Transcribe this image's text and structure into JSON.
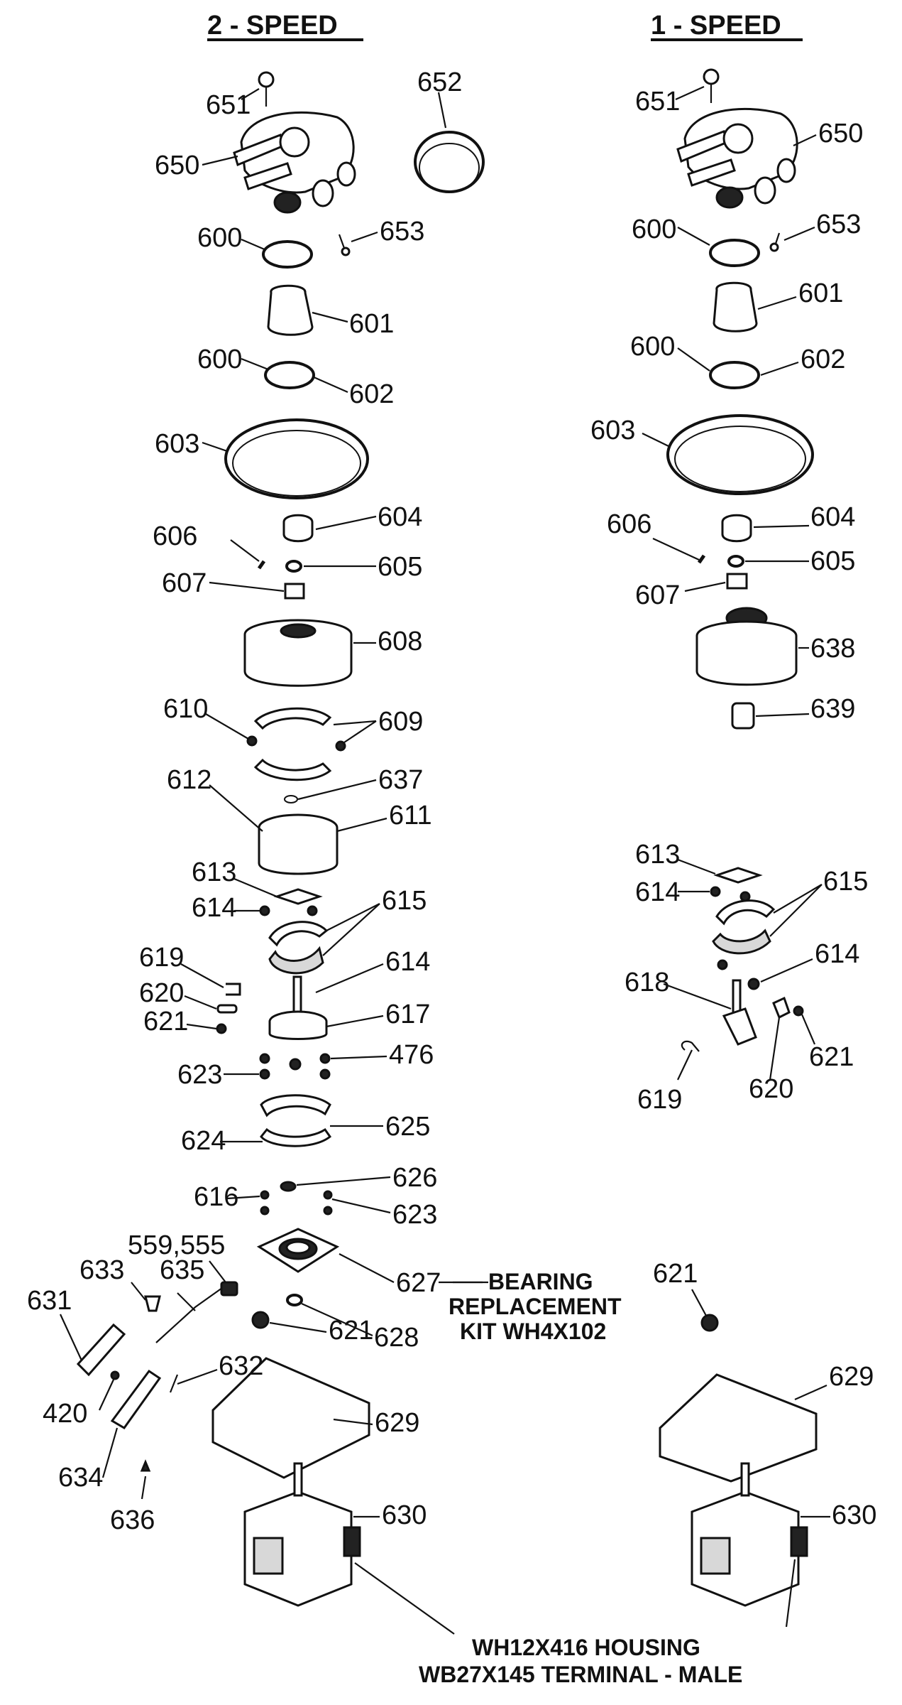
{
  "headings": {
    "left": "2 - SPEED",
    "right": "1 - SPEED"
  },
  "left": {
    "l651": "651",
    "l652": "652",
    "l650": "650",
    "l653": "653",
    "l600a": "600",
    "l601": "601",
    "l600b": "600",
    "l602": "602",
    "l603": "603",
    "l604": "604",
    "l606": "606",
    "l605": "605",
    "l607": "607",
    "l608": "608",
    "l610": "610",
    "l609": "609",
    "l612": "612",
    "l637": "637",
    "l611": "611",
    "l613": "613",
    "l614a": "614",
    "l615": "615",
    "l619": "619",
    "l614b": "614",
    "l620": "620",
    "l617": "617",
    "l621a": "621",
    "l623a": "623",
    "l476": "476",
    "l624": "624",
    "l625": "625",
    "l626": "626",
    "l616": "616",
    "l623b": "623",
    "l559": "559,555",
    "l627": "627",
    "l633": "633",
    "l635": "635",
    "l631": "631",
    "l621b": "621",
    "l628": "628",
    "l632": "632",
    "l420": "420",
    "l629": "629",
    "l634": "634",
    "l636": "636",
    "l630": "630"
  },
  "right": {
    "l651": "651",
    "l650": "650",
    "l600a": "600",
    "l653": "653",
    "l601": "601",
    "l600b": "600",
    "l602": "602",
    "l603": "603",
    "l606": "606",
    "l604": "604",
    "l605": "605",
    "l607": "607",
    "l638": "638",
    "l639": "639",
    "l613": "613",
    "l614a": "614",
    "l615": "615",
    "l614b": "614",
    "l618": "618",
    "l621a": "621",
    "l619": "619",
    "l620": "620",
    "l621b": "621",
    "l629": "629",
    "l630": "630"
  },
  "bearing_kit": {
    "line1": "BEARING",
    "line2": "REPLACEMENT",
    "line3": "KIT WH4X102"
  },
  "housing_note": {
    "line1": "WH12X416 HOUSING",
    "line2": "WB27X145 TERMINAL - MALE"
  }
}
